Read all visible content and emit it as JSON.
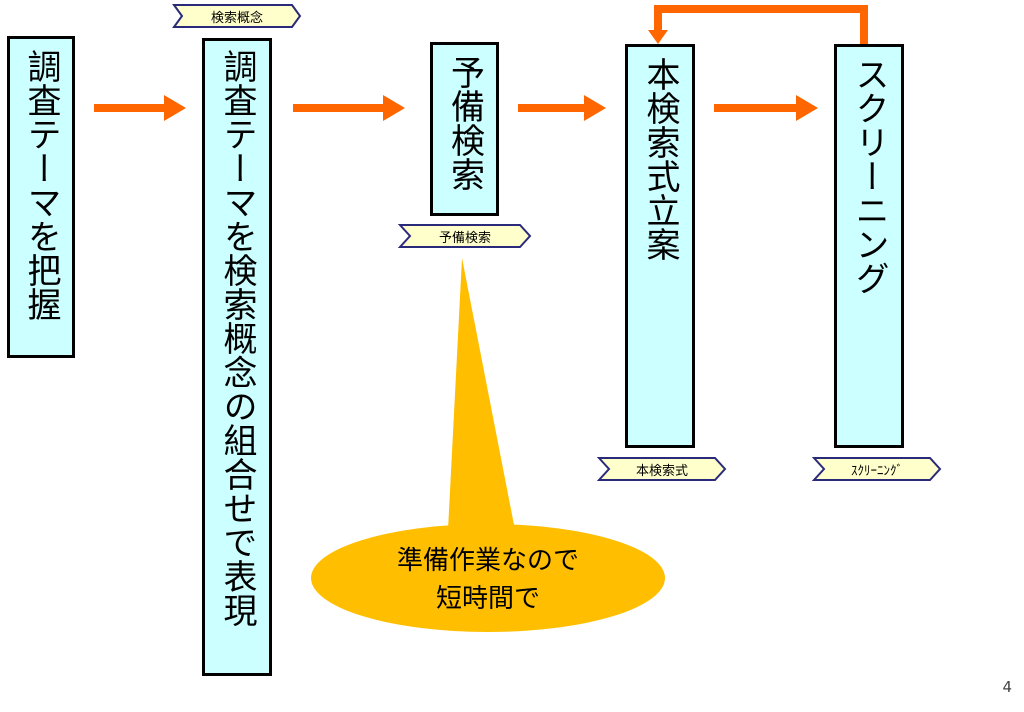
{
  "steps": [
    {
      "label": "調査テーマを把握"
    },
    {
      "label": "調査テーマを検索概念の組合せで表現",
      "tag": "検索概念"
    },
    {
      "label": "予備検索",
      "tag": "予備検索"
    },
    {
      "label": "本検索式立案",
      "tag": "本検索式"
    },
    {
      "label": "スクリーニング",
      "tag": "ｽｸﾘｰﾆﾝｸﾞ"
    }
  ],
  "callout": {
    "line1": "準備作業なので",
    "line2": "短時間で"
  },
  "page_number": "4",
  "colors": {
    "box_fill": "#ccffff",
    "box_border": "#000000",
    "arrow": "#ff6600",
    "callout_fill": "#ffbf00",
    "tag_fill": "#ffffcc",
    "tag_stroke": "#2a2a7a"
  }
}
